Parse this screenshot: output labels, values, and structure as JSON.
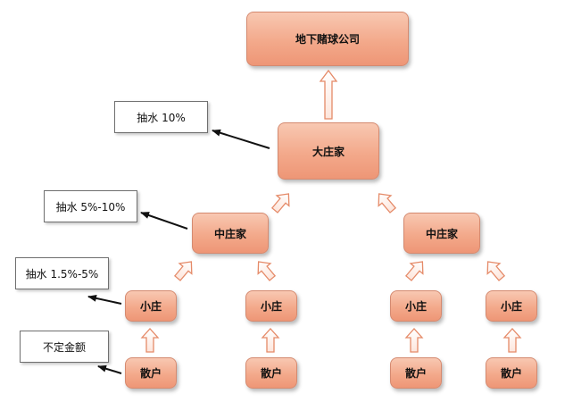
{
  "nodes": {
    "top": "地下赌球公司",
    "big_banker": "大庄家",
    "mid_banker_left": "中庄家",
    "mid_banker_right": "中庄家",
    "small_1": "小庄",
    "small_2": "小庄",
    "small_3": "小庄",
    "small_4": "小庄",
    "bettor_1": "散户",
    "bettor_2": "散户",
    "bettor_3": "散户",
    "bettor_4": "散户"
  },
  "notes": {
    "big_banker_cut": "抽水 10%",
    "mid_banker_cut": "抽水 5%-10%",
    "small_banker_cut": "抽水 1.5%-5%",
    "bettor_amount": "不定金额"
  },
  "colors": {
    "node_fill": "#f3a98b",
    "node_border": "#d58a70",
    "arrow_outline": "#e58a68",
    "pointer_arrow": "#111111"
  }
}
